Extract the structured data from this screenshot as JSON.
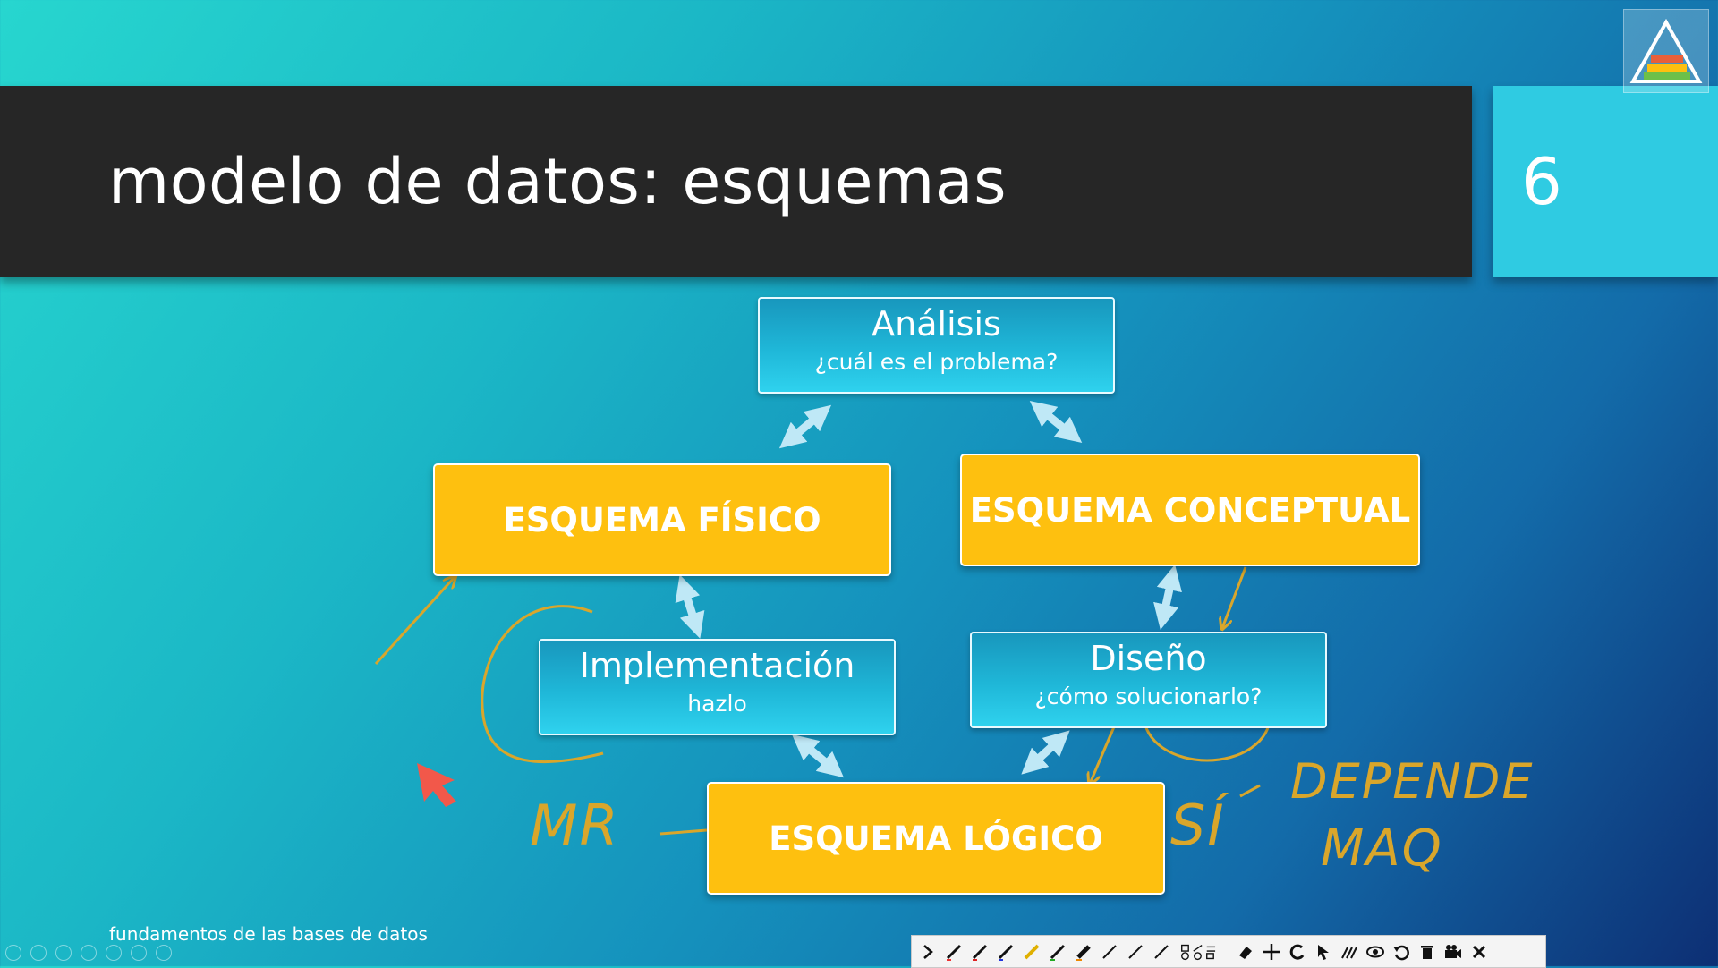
{
  "slide": {
    "title": "modelo de datos: esquemas",
    "page_number": "6",
    "footer": "fundamentos de las bases de datos"
  },
  "diagram": {
    "analisis": {
      "title": "Análisis",
      "subtitle": "¿cuál es el problema?"
    },
    "fisico": {
      "label": "ESQUEMA FÍSICO"
    },
    "conceptual": {
      "label": "ESQUEMA CONCEPTUAL"
    },
    "implementacion": {
      "title": "Implementación",
      "subtitle": "hazlo"
    },
    "diseno": {
      "title": "Diseño",
      "subtitle": "¿cómo solucionarlo?"
    },
    "logico": {
      "label": "ESQUEMA LÓGICO"
    }
  },
  "annotations": {
    "mr": "MR",
    "si": "SÍ",
    "depende": "DEPENDE",
    "maq": "MAQ"
  },
  "colors": {
    "accent_yellow": "#fec00f",
    "title_bar": "#262626",
    "page_box": "#2fcbe2",
    "ink": "#d9a62b",
    "pointer": "#f2584a"
  },
  "toolbar": {
    "icons": [
      "chevron-right-icon",
      "pen-icon",
      "pen-icon",
      "pen-icon",
      "highlighter-icon",
      "pen-icon",
      "marker-icon",
      "pen-icon",
      "pen-icon",
      "pen-icon",
      "shapes-icon",
      "eraser-icon",
      "move-icon",
      "lasso-icon",
      "cursor-icon",
      "lines-icon",
      "eye-icon",
      "undo-icon",
      "trash-icon",
      "camera-icon",
      "close-icon"
    ]
  }
}
